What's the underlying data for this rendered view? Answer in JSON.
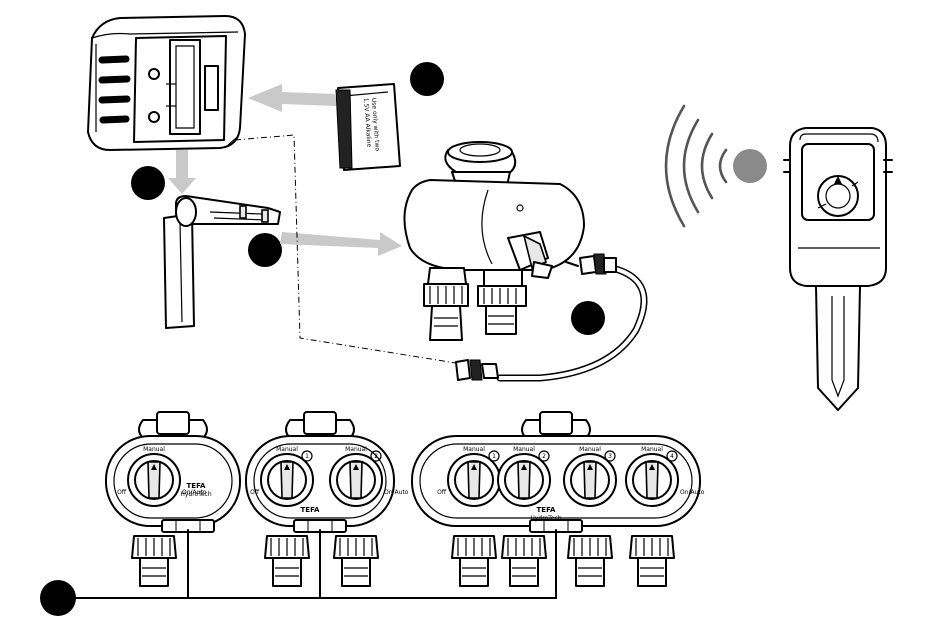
{
  "battery_label": [
    "Use only with two",
    "1.5V AA Alkaline"
  ],
  "timers": [
    {
      "brand": "TEFA",
      "subbrand": "HydroTech",
      "dials": [
        {
          "top": "Manual",
          "left": "Off",
          "right": "On/Auto",
          "num": ""
        }
      ]
    },
    {
      "brand": "TEFA",
      "subbrand": "",
      "dials": [
        {
          "top": "Manual",
          "left": "Off",
          "right": "",
          "num": "1"
        },
        {
          "top": "Manual",
          "left": "",
          "right": "On/Auto",
          "num": "2"
        }
      ]
    },
    {
      "brand": "TEFA",
      "subbrand": "HydroTech",
      "dials": [
        {
          "top": "Manual",
          "left": "Off",
          "right": "",
          "num": "1"
        },
        {
          "top": "Manual",
          "left": "",
          "right": "",
          "num": "2"
        },
        {
          "top": "Manual",
          "left": "",
          "right": "",
          "num": "3"
        },
        {
          "top": "Manual",
          "left": "",
          "right": "On/Auto",
          "num": "4"
        }
      ]
    }
  ],
  "colors": {
    "marker": "#000000",
    "sensor_marker": "#8a8a8a",
    "arrow": "#c9c9c9"
  }
}
